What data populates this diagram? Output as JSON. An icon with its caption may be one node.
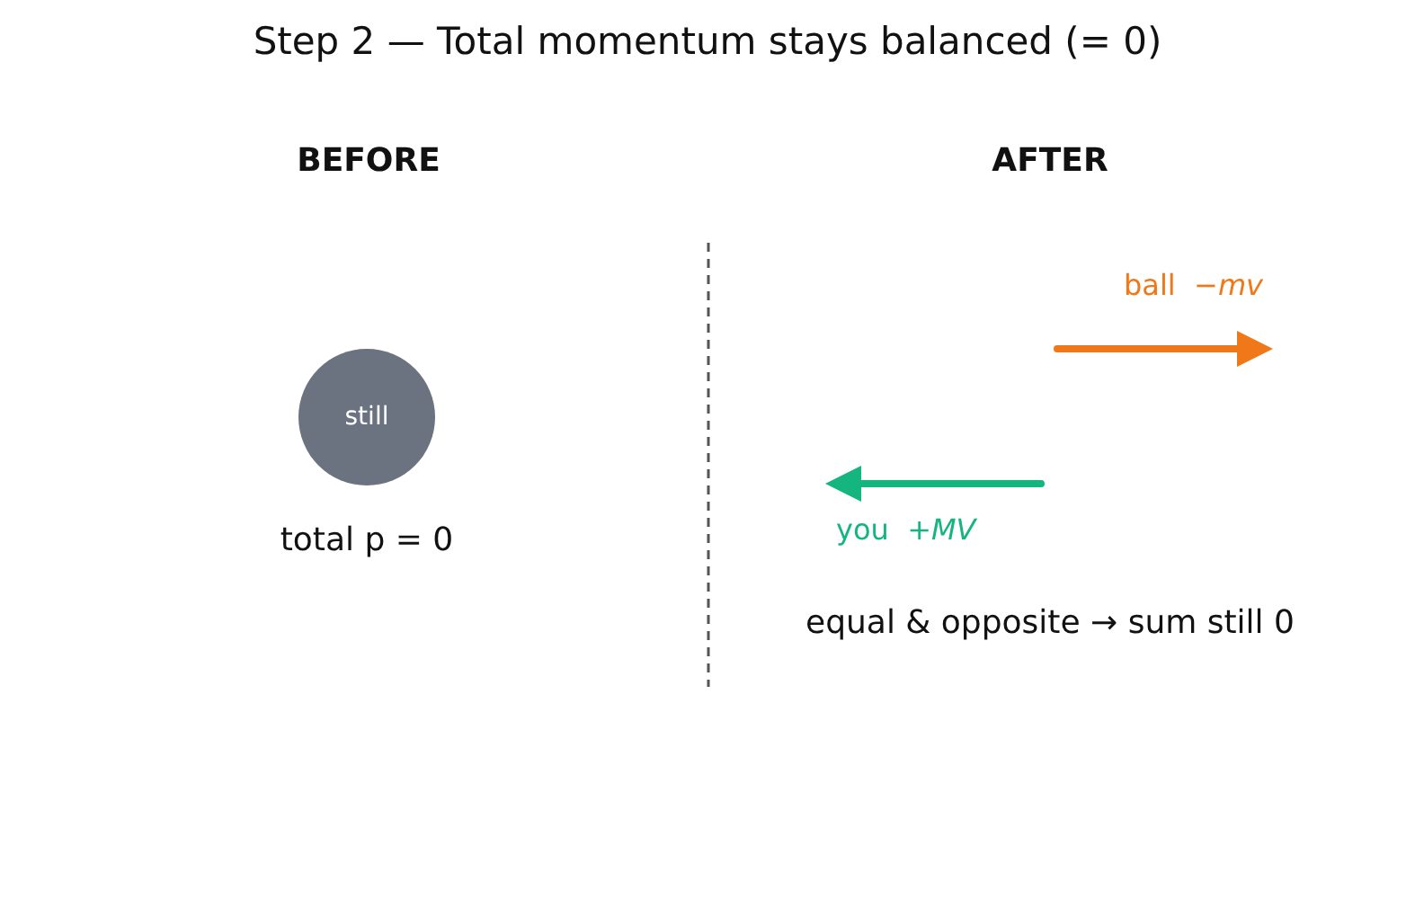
{
  "diagram": {
    "title": "Step 2 — Total momentum stays balanced (= 0)",
    "nodes": [
      {
        "text": [
          "still"
        ],
        "beside": [
          "total p = 0"
        ]
      }
    ],
    "labels": [
      "BEFORE",
      "AFTER",
      "ball  −*mv*",
      "you  +*MV*",
      "equal & opposite → sum still 0"
    ]
  }
}
